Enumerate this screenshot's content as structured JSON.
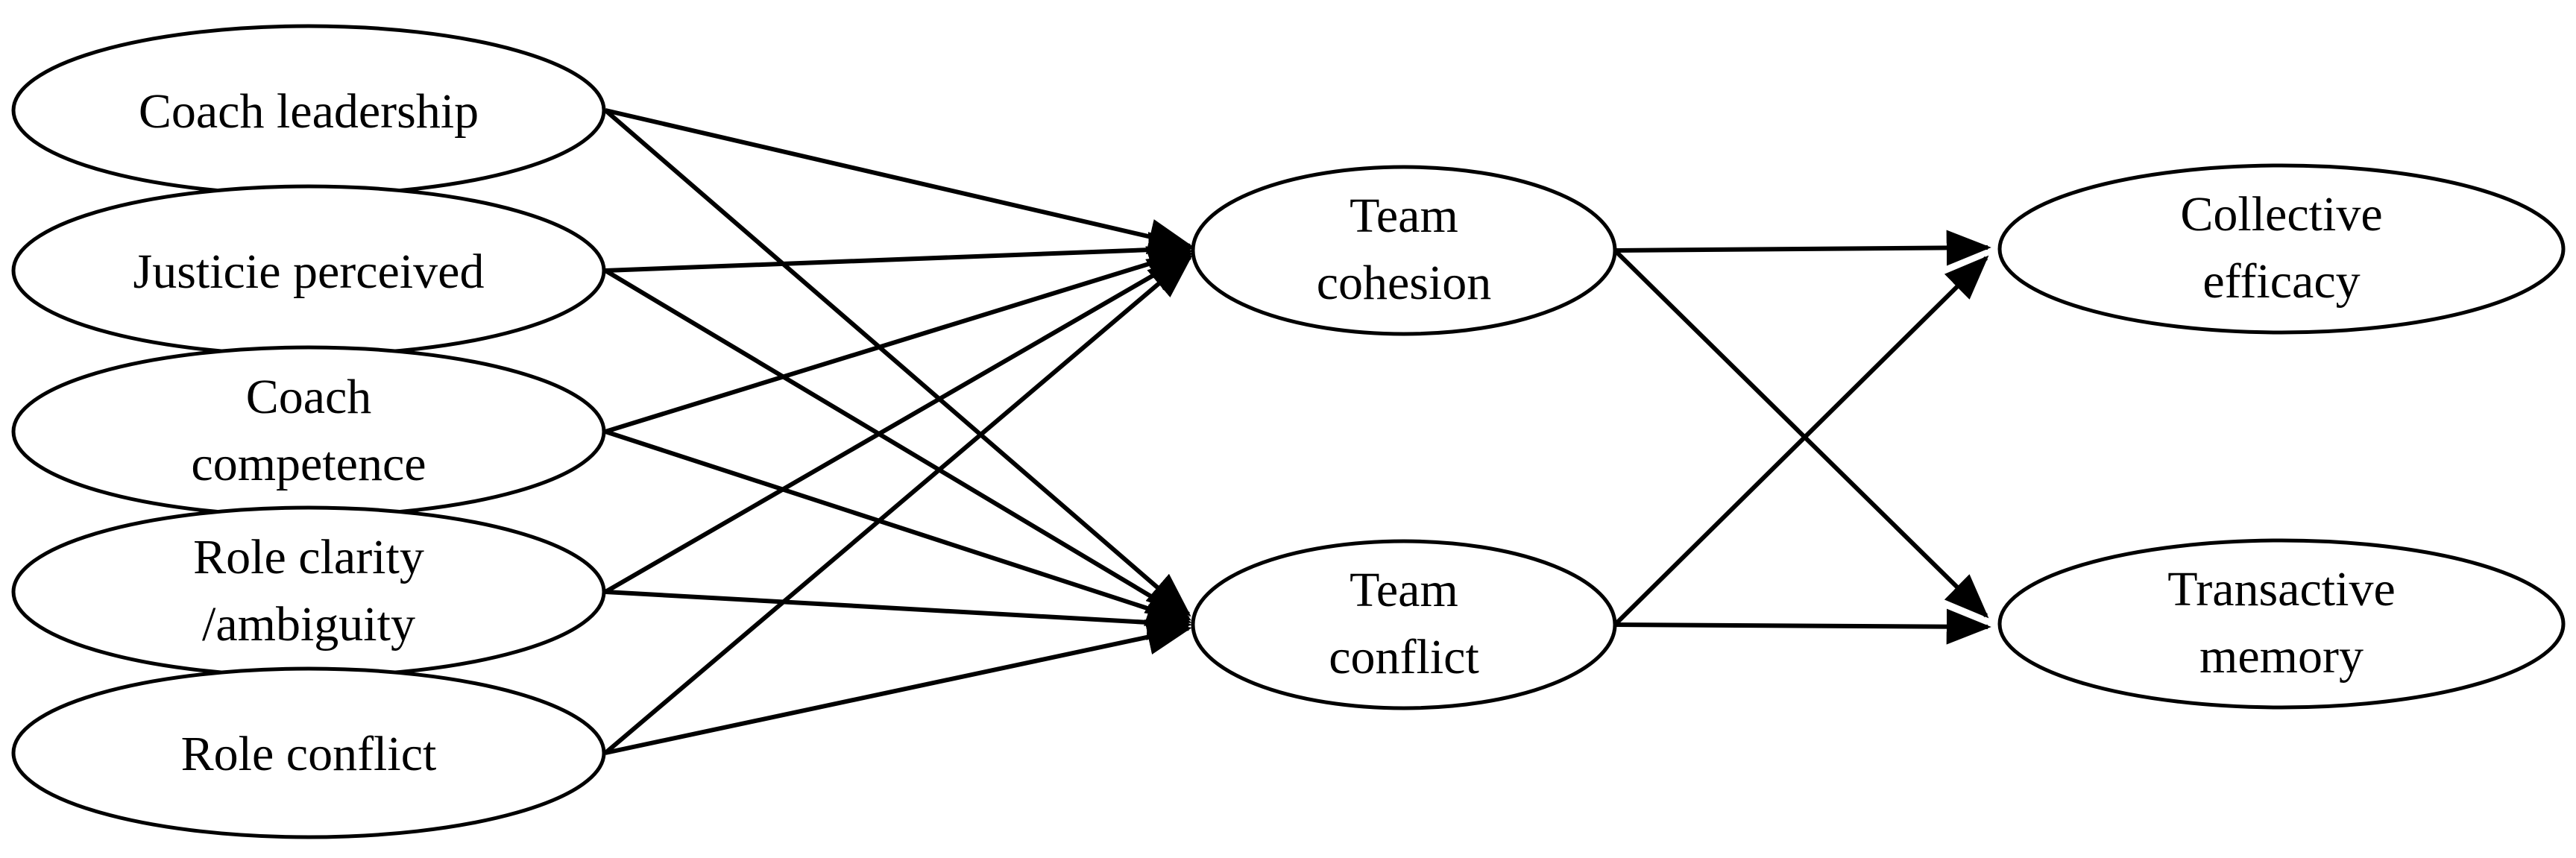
{
  "diagram": {
    "background": "#ffffff",
    "stroke_color": "#000000",
    "text_color": "#000000",
    "nodes": {
      "left": [
        {
          "id": "coach-leadership",
          "lines": [
            "Coach leadership"
          ]
        },
        {
          "id": "justice-perceived",
          "lines": [
            "Justicie perceived"
          ]
        },
        {
          "id": "coach-competence",
          "lines": [
            "Coach",
            "competence"
          ]
        },
        {
          "id": "role-clarity-ambiguity",
          "lines": [
            "Role clarity",
            "/ambiguity"
          ]
        },
        {
          "id": "role-conflict",
          "lines": [
            "Role conflict"
          ]
        }
      ],
      "middle": [
        {
          "id": "team-cohesion",
          "lines": [
            "Team",
            "cohesion"
          ]
        },
        {
          "id": "team-conflict",
          "lines": [
            "Team",
            "conflict"
          ]
        }
      ],
      "right": [
        {
          "id": "collective-efficacy",
          "lines": [
            "Collective",
            "efficacy"
          ]
        },
        {
          "id": "transactive-memory",
          "lines": [
            "Transactive",
            "memory"
          ]
        }
      ]
    },
    "edges": [
      {
        "from": "coach-leadership",
        "to": "team-cohesion"
      },
      {
        "from": "coach-leadership",
        "to": "team-conflict"
      },
      {
        "from": "justice-perceived",
        "to": "team-cohesion"
      },
      {
        "from": "justice-perceived",
        "to": "team-conflict"
      },
      {
        "from": "coach-competence",
        "to": "team-cohesion"
      },
      {
        "from": "coach-competence",
        "to": "team-conflict"
      },
      {
        "from": "role-clarity-ambiguity",
        "to": "team-cohesion"
      },
      {
        "from": "role-clarity-ambiguity",
        "to": "team-conflict"
      },
      {
        "from": "role-conflict",
        "to": "team-cohesion"
      },
      {
        "from": "role-conflict",
        "to": "team-conflict"
      },
      {
        "from": "team-cohesion",
        "to": "collective-efficacy"
      },
      {
        "from": "team-cohesion",
        "to": "transactive-memory"
      },
      {
        "from": "team-conflict",
        "to": "collective-efficacy"
      },
      {
        "from": "team-conflict",
        "to": "transactive-memory"
      }
    ]
  }
}
